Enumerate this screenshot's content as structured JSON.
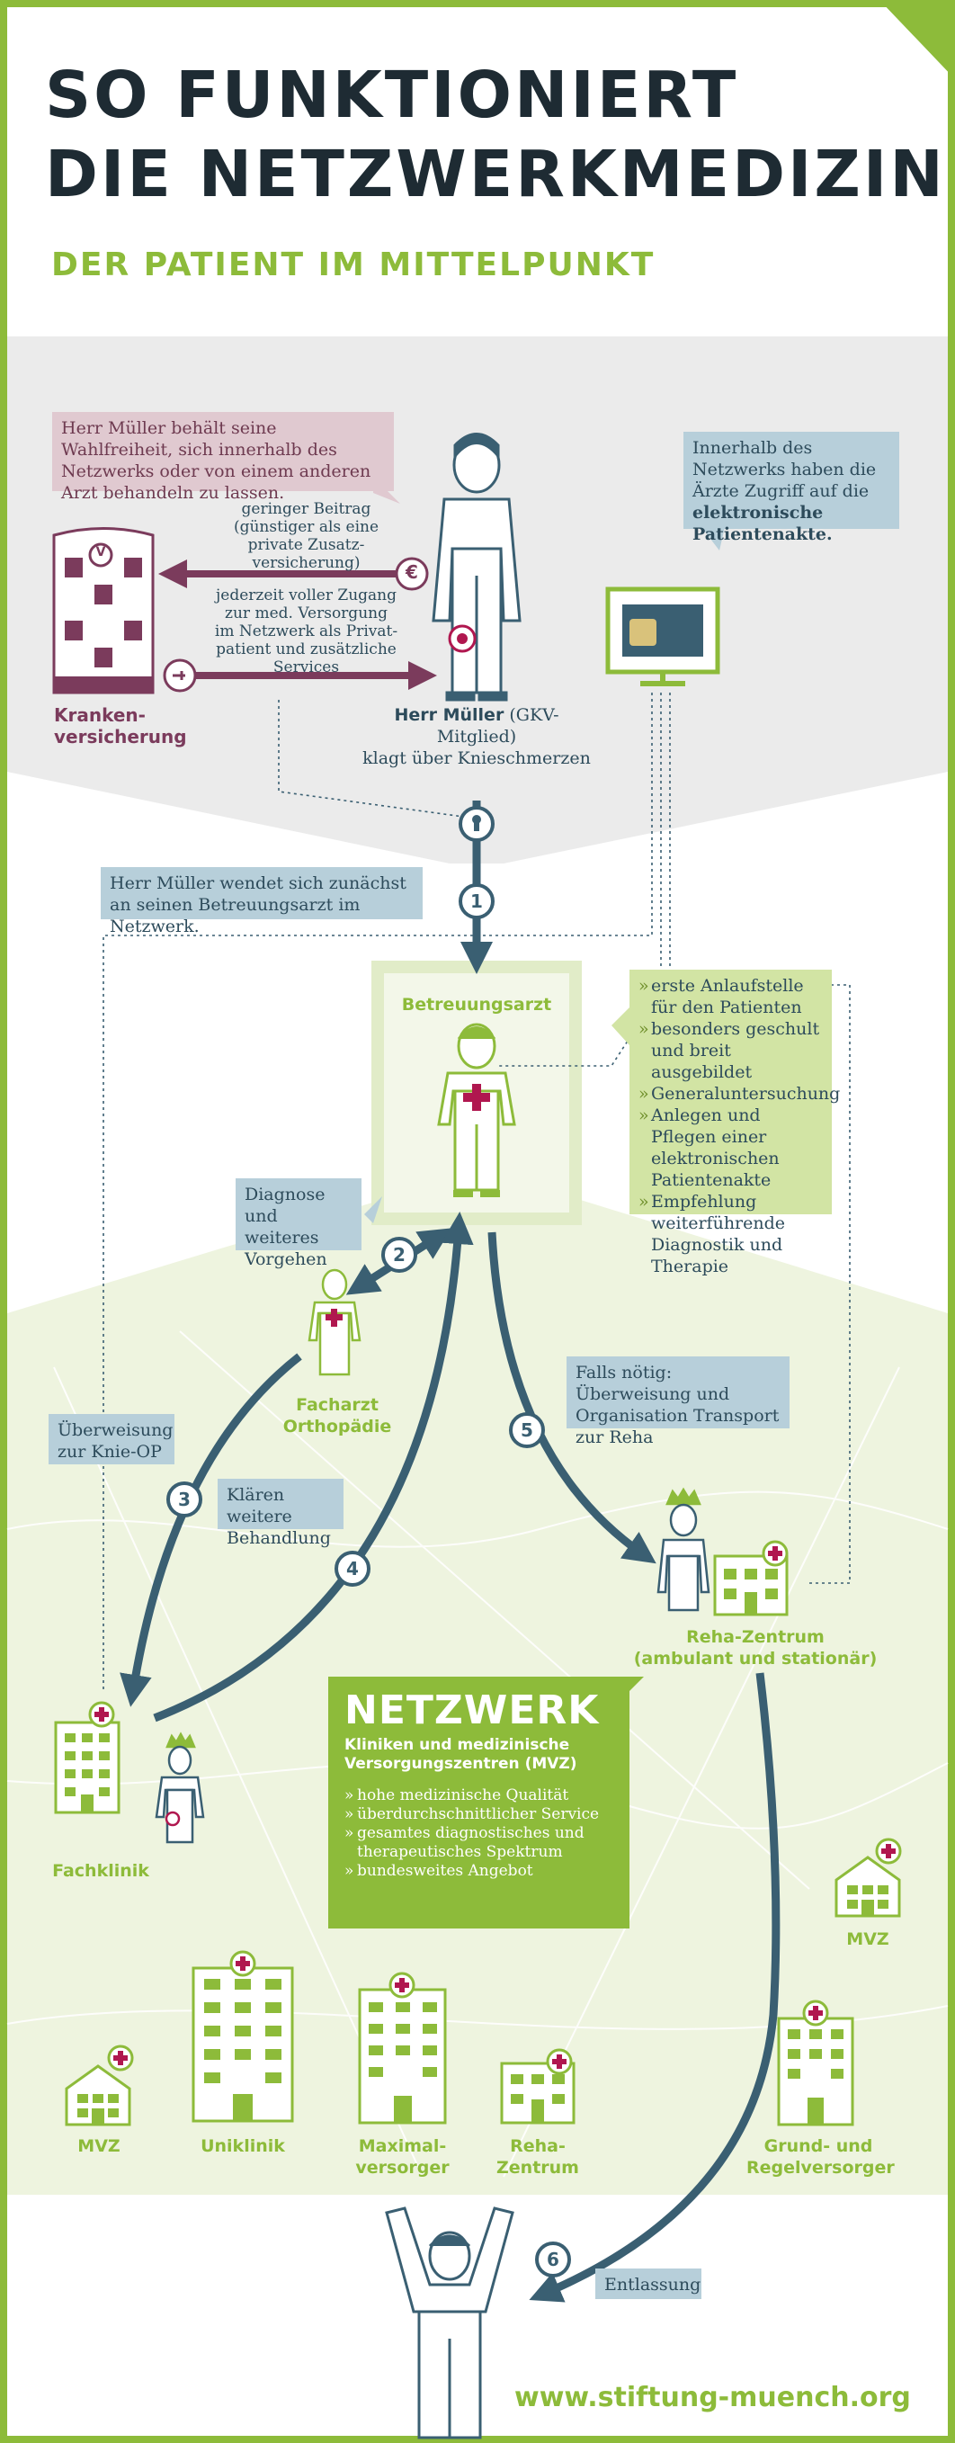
{
  "header": {
    "title_line1": "SO FUNKTIONIERT",
    "title_line2": "DIE NETZWERKMEDIZIN",
    "subtitle": "DER PATIENT IM MITTELPUNKT"
  },
  "top": {
    "wahlfreiheit": "Herr Müller behält seine Wahlfreiheit, sich innerhalb des Netzwerks oder von einem anderen Arzt behandeln zu lassen.",
    "beitrag": "geringer Beitrag (günstiger als eine private Zusatz­versicherung)",
    "zugang": "jederzeit voller Zugang zur med. Versorgung im Netzwerk als Privat­patient und zusätzliche Services",
    "krankenversicherung": "Kranken-\nversicherung",
    "patient_name": "Herr Müller",
    "patient_status": "(GKV-Mitglied)",
    "patient_complaint": "klagt über Knieschmerzen",
    "akte_text1": "Innerhalb des Netzwerks haben die Ärzte Zugriff auf die ",
    "akte_text2": "elektronische Patientenakte.",
    "currency_symbol": "€",
    "insurance_badge": "V"
  },
  "steps": {
    "step1_text": "Herr Müller wendet sich zunächst an seinen Betreuungsarzt im Netzwerk.",
    "step2_text": "Diagnose und weiteres Vorgehen",
    "step3_text": "Überweisung zur Knie-OP",
    "step4_text": "Klären weitere Behandlung",
    "step5_text": "Falls nötig: Überweisung und Organisation Trans­port zur Reha",
    "step6_text": "Entlassung",
    "numbers": [
      "1",
      "2",
      "3",
      "4",
      "5",
      "6"
    ]
  },
  "betreuungsarzt": {
    "label": "Betreuungsarzt",
    "items": [
      "erste Anlaufstelle für den Patienten",
      "besonders geschult und breit ausgebildet",
      "Generaluntersuchung",
      "Anlegen und Pflegen einer elektronischen Patientenakte",
      "Empfehlung weiter­führende Diagnostik und Therapie"
    ]
  },
  "facharzt": {
    "label": "Facharzt\nOrthopädie"
  },
  "reha": {
    "label": "Reha-Zentrum\n(ambulant und stationär)"
  },
  "fachklinik": {
    "label": "Fachklinik"
  },
  "netzwerk": {
    "title": "NETZWERK",
    "subtitle": "Kliniken und medizinische Versorgungszentren (MVZ)",
    "items": [
      "hohe medizinische Qualität",
      "überdurchschnittlicher Service",
      "gesamtes diagnostisches und therapeutisches Spektrum",
      "bundesweites Angebot"
    ]
  },
  "institutions": {
    "mvz_right": "MVZ",
    "mvz": "MVZ",
    "uniklinik": "Uniklinik",
    "maximal": "Maximal-\nversorger",
    "reha_zentrum": "Reha-\nZentrum",
    "grund": "Grund- und\nRegelversorger"
  },
  "footer": {
    "url": "www.stiftung-muench.org"
  },
  "colors": {
    "green": "#8dbb3a",
    "dark_blue": "#3a5f72",
    "plum": "#7b3b5c",
    "light_green_bg": "#eef4e0",
    "gray_bg": "#ececec",
    "title": "#1e2b33"
  }
}
